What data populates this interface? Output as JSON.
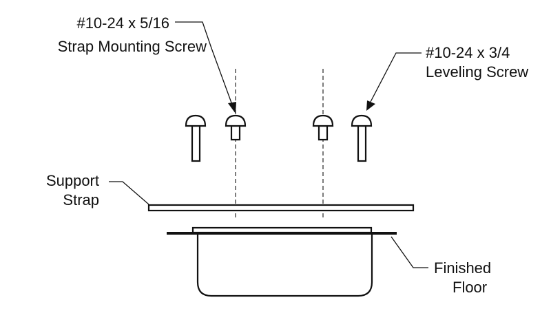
{
  "labels": {
    "strap_screw_line1": "#10-24 x 5/16",
    "strap_screw_line2": "Strap Mounting Screw",
    "leveling_screw_line1": "#10-24 x 3/4",
    "leveling_screw_line2": "Leveling Screw",
    "support_strap_line1": "Support",
    "support_strap_line2": "Strap",
    "finished_floor_line1": "Finished",
    "finished_floor_line2": "Floor"
  }
}
